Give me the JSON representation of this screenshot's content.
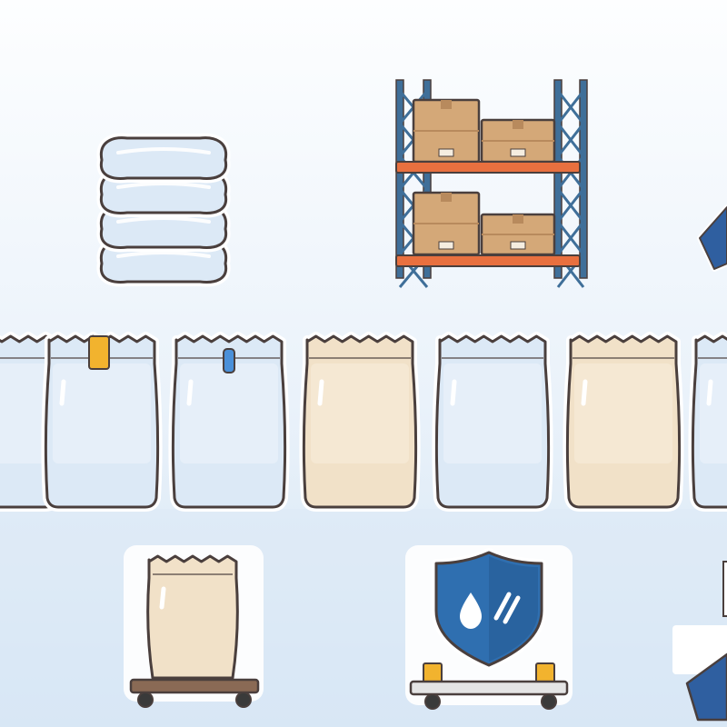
{
  "colors": {
    "sky_top": "#fdfeff",
    "sky_bottom": "#d6e6f5",
    "outline": "#4a3f3d",
    "clear_bag": "#dce9f6",
    "clear_bag_light": "#eef4fb",
    "kraft_bag": "#f1e1c8",
    "kraft_bag_light": "#f8eedd",
    "rack_frame": "#3f6f99",
    "rack_beam": "#e8703f",
    "box": "#d4a878",
    "box_dark": "#b88a5d",
    "cart_base": "#8a6a55",
    "cart_wheel": "#3a3a3a",
    "yellow_tag": "#f2b32e",
    "blue_tag": "#4a90d9",
    "shield_blue": "#2f6fb0",
    "shield_dark": "#245a92",
    "bin_blue": "#2f5fa0"
  },
  "icons": {
    "pillow_stack": "stacked-pillows-icon",
    "storage_rack": "warehouse-rack-icon",
    "bag_row": "packaging-bags-row",
    "cart_bag": "bag-on-cart-icon",
    "shield": "water-resistant-shield-icon",
    "bin_partial": "blue-bin-icon"
  },
  "bag_row": [
    {
      "kind": "clear",
      "tag": "none"
    },
    {
      "kind": "clear",
      "tag": "yellow"
    },
    {
      "kind": "clear",
      "tag": "blue"
    },
    {
      "kind": "kraft",
      "tag": "none"
    },
    {
      "kind": "clear",
      "tag": "none"
    },
    {
      "kind": "kraft",
      "tag": "none"
    },
    {
      "kind": "clear",
      "tag": "none"
    }
  ]
}
